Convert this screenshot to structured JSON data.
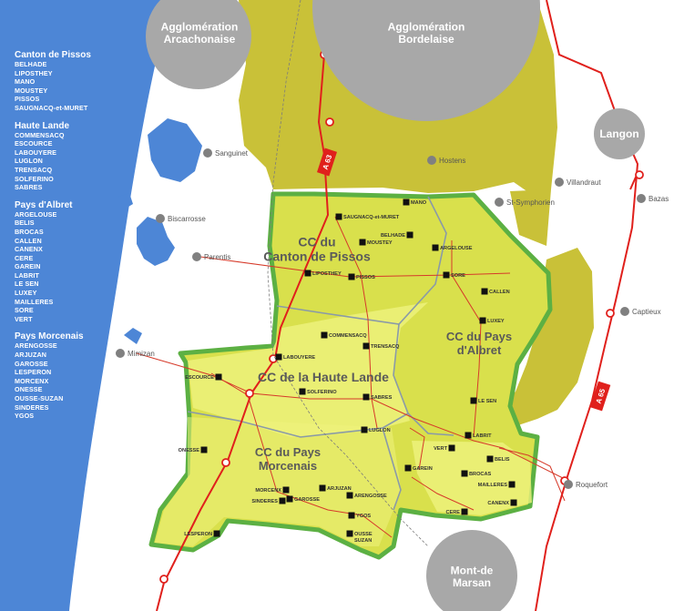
{
  "sidebar": {
    "groups": [
      {
        "title": "Canton de Pissos",
        "items": [
          "BELHADE",
          "LIPOSTHEY",
          "MANO",
          "MOUSTEY",
          "PISSOS",
          "SAUGNACQ-et-MURET"
        ]
      },
      {
        "title": "Haute Lande",
        "items": [
          "COMMENSACQ",
          "ESCOURCE",
          "LABOUYERE",
          "LUGLON",
          "TRENSACQ",
          "SOLFERINO",
          "SABRES"
        ]
      },
      {
        "title": "Pays d'Albret",
        "items": [
          "ARGELOUSE",
          "BELIS",
          "BROCAS",
          "CALLEN",
          "CANENX",
          "CERE",
          "GAREIN",
          "LABRIT",
          "LE SEN",
          "LUXEY",
          "MAILLERES",
          "SORE",
          "VERT"
        ]
      },
      {
        "title": "Pays Morcenais",
        "items": [
          "ARENGOSSE",
          "ARJUZAN",
          "GAROSSE",
          "LESPERON",
          "MORCENX",
          "ONESSE",
          "OUSSE-SUZAN",
          "SINDERES",
          "YGOS"
        ]
      }
    ]
  },
  "agglomerations": {
    "arcachon": "Agglomération\nArcachonaise",
    "bordeaux": "Agglomération\nBordelaise",
    "langon": "Langon",
    "montdemarsan": "Mont-de\nMarsan"
  },
  "cc_labels": {
    "pissos": "CC du\nCanton de Pissos",
    "haute_lande": "CC de la  Haute Lande",
    "albret": "CC du Pays\nd'Albret",
    "morcenais": "CC du Pays\nMorcenais"
  },
  "roads": {
    "a63": "A 63",
    "a65": "A 65"
  },
  "outside_towns": [
    "Sanguinet",
    "Hostens",
    "Villandraut",
    "Bazas",
    "St-Symphorien",
    "Biscarrosse",
    "Parentis",
    "Captieux",
    "Mimizan",
    "Roquefort"
  ],
  "communes": [
    "MANO",
    "SAUGNACQ-et-MURET",
    "BELHADE",
    "MOUSTEY",
    "ARGELOUSE",
    "LIPOSTHEY",
    "PISSOS",
    "SORE",
    "CALLEN",
    "LUXEY",
    "COMMENSACQ",
    "TRENSACQ",
    "LABOUYERE",
    "ESCOURCE",
    "SOLFERINO",
    "SABRES",
    "LE SEN",
    "LUGLON",
    "LABRIT",
    "VERT",
    "BELIS",
    "ONESSE",
    "GAREIN",
    "BROCAS",
    "MAILLERES",
    "CANENX",
    "CERE",
    "MORCENX",
    "ARJUZAN",
    "ARENGOSSE",
    "SINDERES",
    "GAROSSE",
    "YGOS",
    "OUSSE\nSUZAN",
    "LESPERON"
  ],
  "colors": {
    "ocean": "#4d86d6",
    "gironde_zone": "#c9c138",
    "pnr_area": "#d9e04c",
    "pnr_light": "#eef27e",
    "border": "#5cb043",
    "road": "#e0201c",
    "agglo": "#a8a8a8",
    "town": "#808080"
  }
}
